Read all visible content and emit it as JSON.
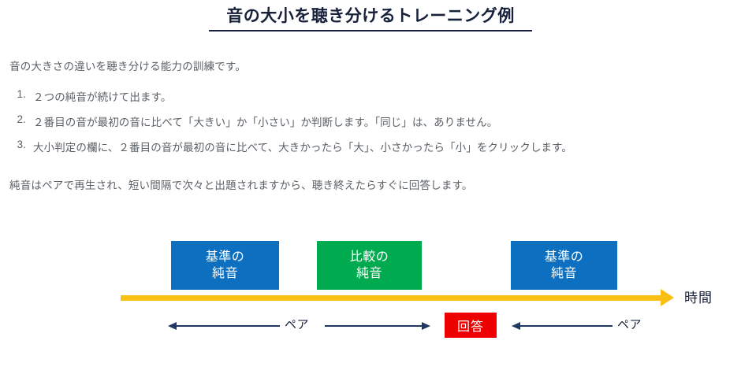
{
  "title": "音の大小を聴き分けるトレーニング例",
  "intro": "音の大きさの違いを聴き分ける能力の訓練です。",
  "steps": [
    {
      "num": "1.",
      "text": "２つの純音が続けて出ます。"
    },
    {
      "num": "2.",
      "text": "２番目の音が最初の音に比べて「大きい」か「小さい」か判断します。「同じ」は、ありません。"
    },
    {
      "num": "3.",
      "text": "大小判定の欄に、２番目の音が最初の音に比べて、大きかったら「大」、小さかったら「小」をクリックします。"
    }
  ],
  "outro": "純音はペアで再生され、短い間隔で次々と出題されますから、聴き終えたらすぐに回答します。",
  "diagram": {
    "boxes": [
      {
        "line1": "基準の",
        "line2": "純音",
        "color": "#0d6fbf"
      },
      {
        "line1": "比較の",
        "line2": "純音",
        "color": "#00ab4f"
      },
      {
        "line1": "基準の",
        "line2": "純音",
        "color": "#0d6fbf"
      }
    ],
    "answer_label": "回答",
    "answer_color": "#ee0000",
    "time_axis_label": "時間",
    "time_axis_color": "#f9bf12",
    "pair_label_1": "ペア",
    "pair_label_2": "ペア",
    "arrow_color": "#1f3864"
  }
}
